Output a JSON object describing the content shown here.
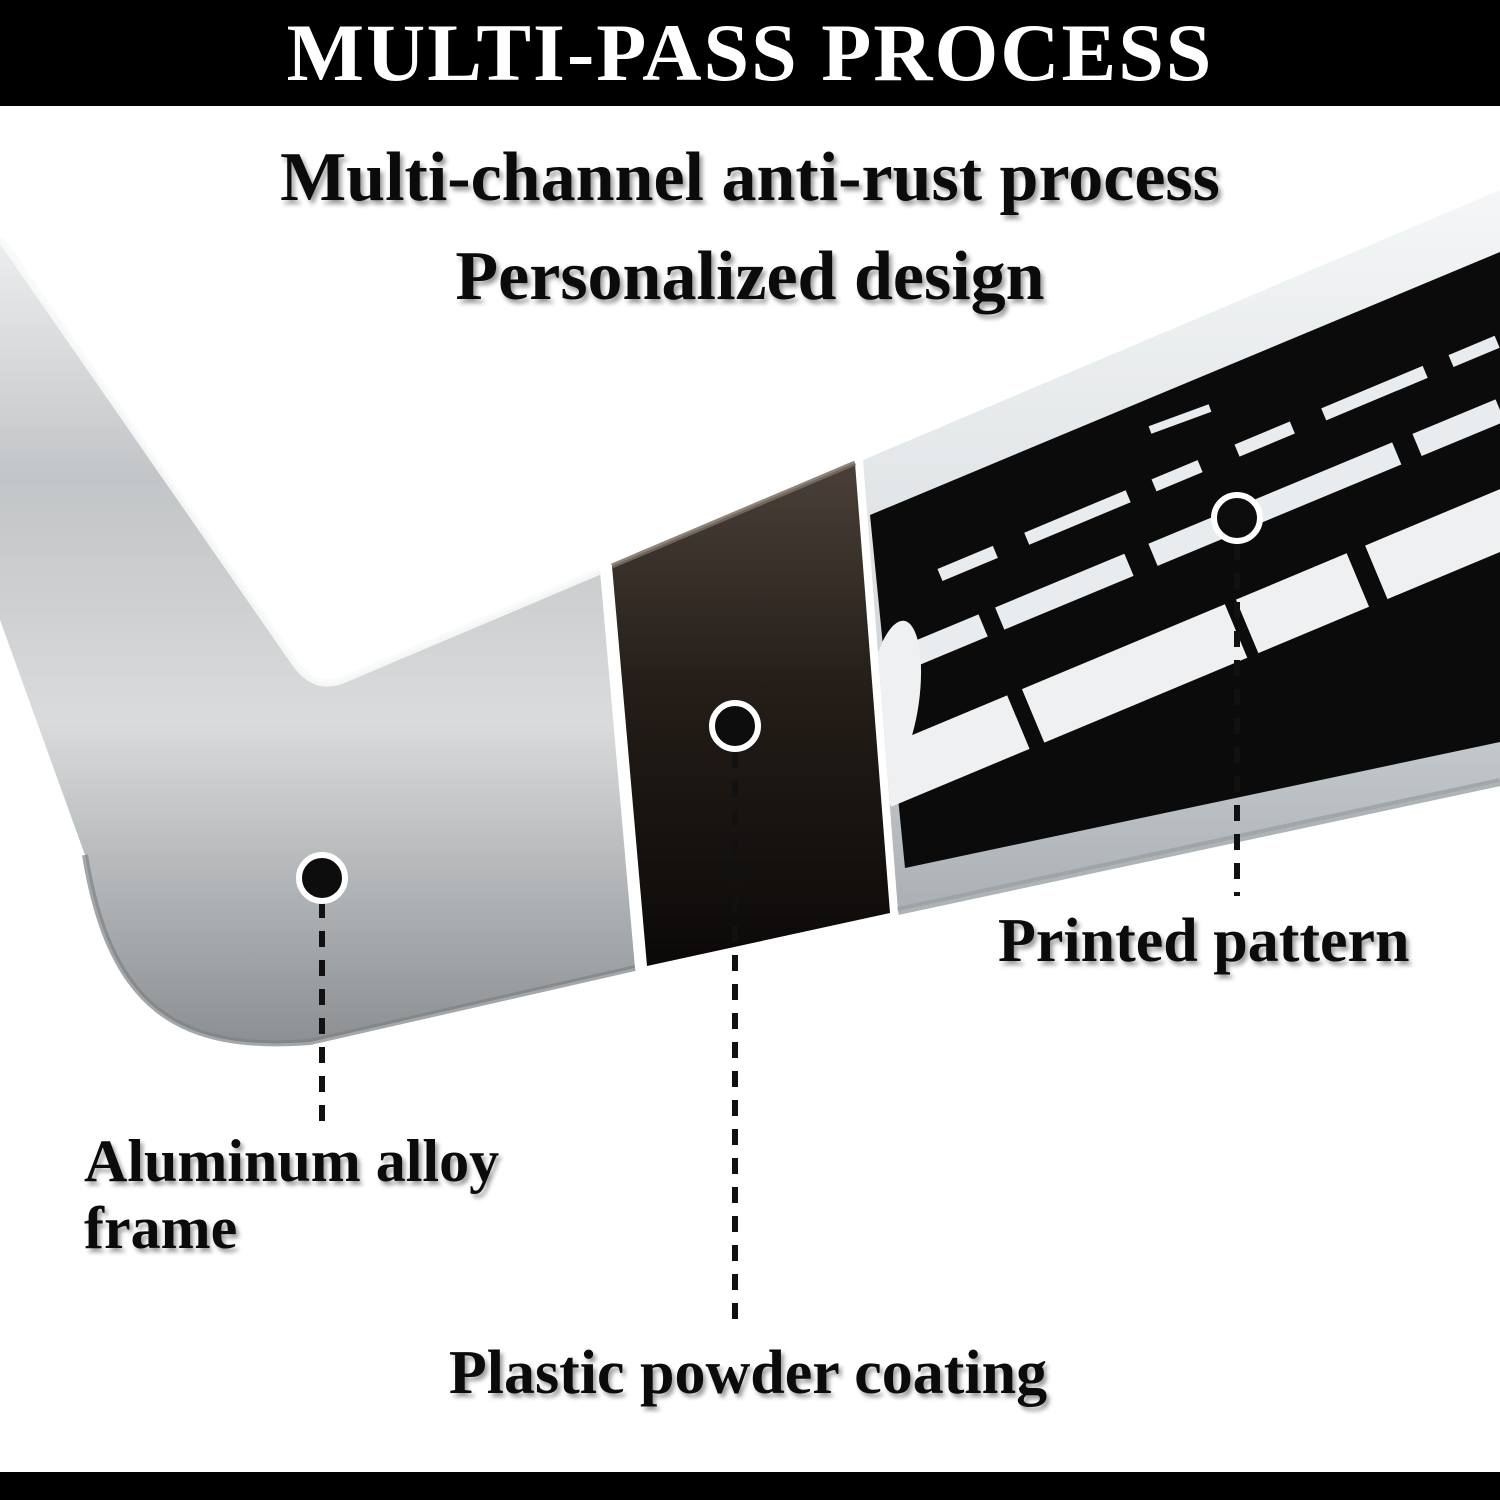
{
  "header": {
    "title": "MULTI-PASS PROCESS"
  },
  "intro": {
    "line1": "Multi-channel anti-rust process",
    "line2": "Personalized design"
  },
  "callouts": [
    {
      "id": "aluminum",
      "label": "Aluminum alloy frame"
    },
    {
      "id": "coating",
      "label": "Plastic powder coating"
    },
    {
      "id": "pattern",
      "label": "Printed pattern"
    }
  ],
  "colors": {
    "bar_black": "#000000",
    "background": "#ffffff",
    "frame_silver": "#c2c5c7",
    "powder_coating": "#1d1713",
    "pattern_black": "#0b0b0b",
    "pattern_white": "#eef0f1",
    "text_black": "#0b0b0b",
    "text_white": "#ffffff"
  }
}
